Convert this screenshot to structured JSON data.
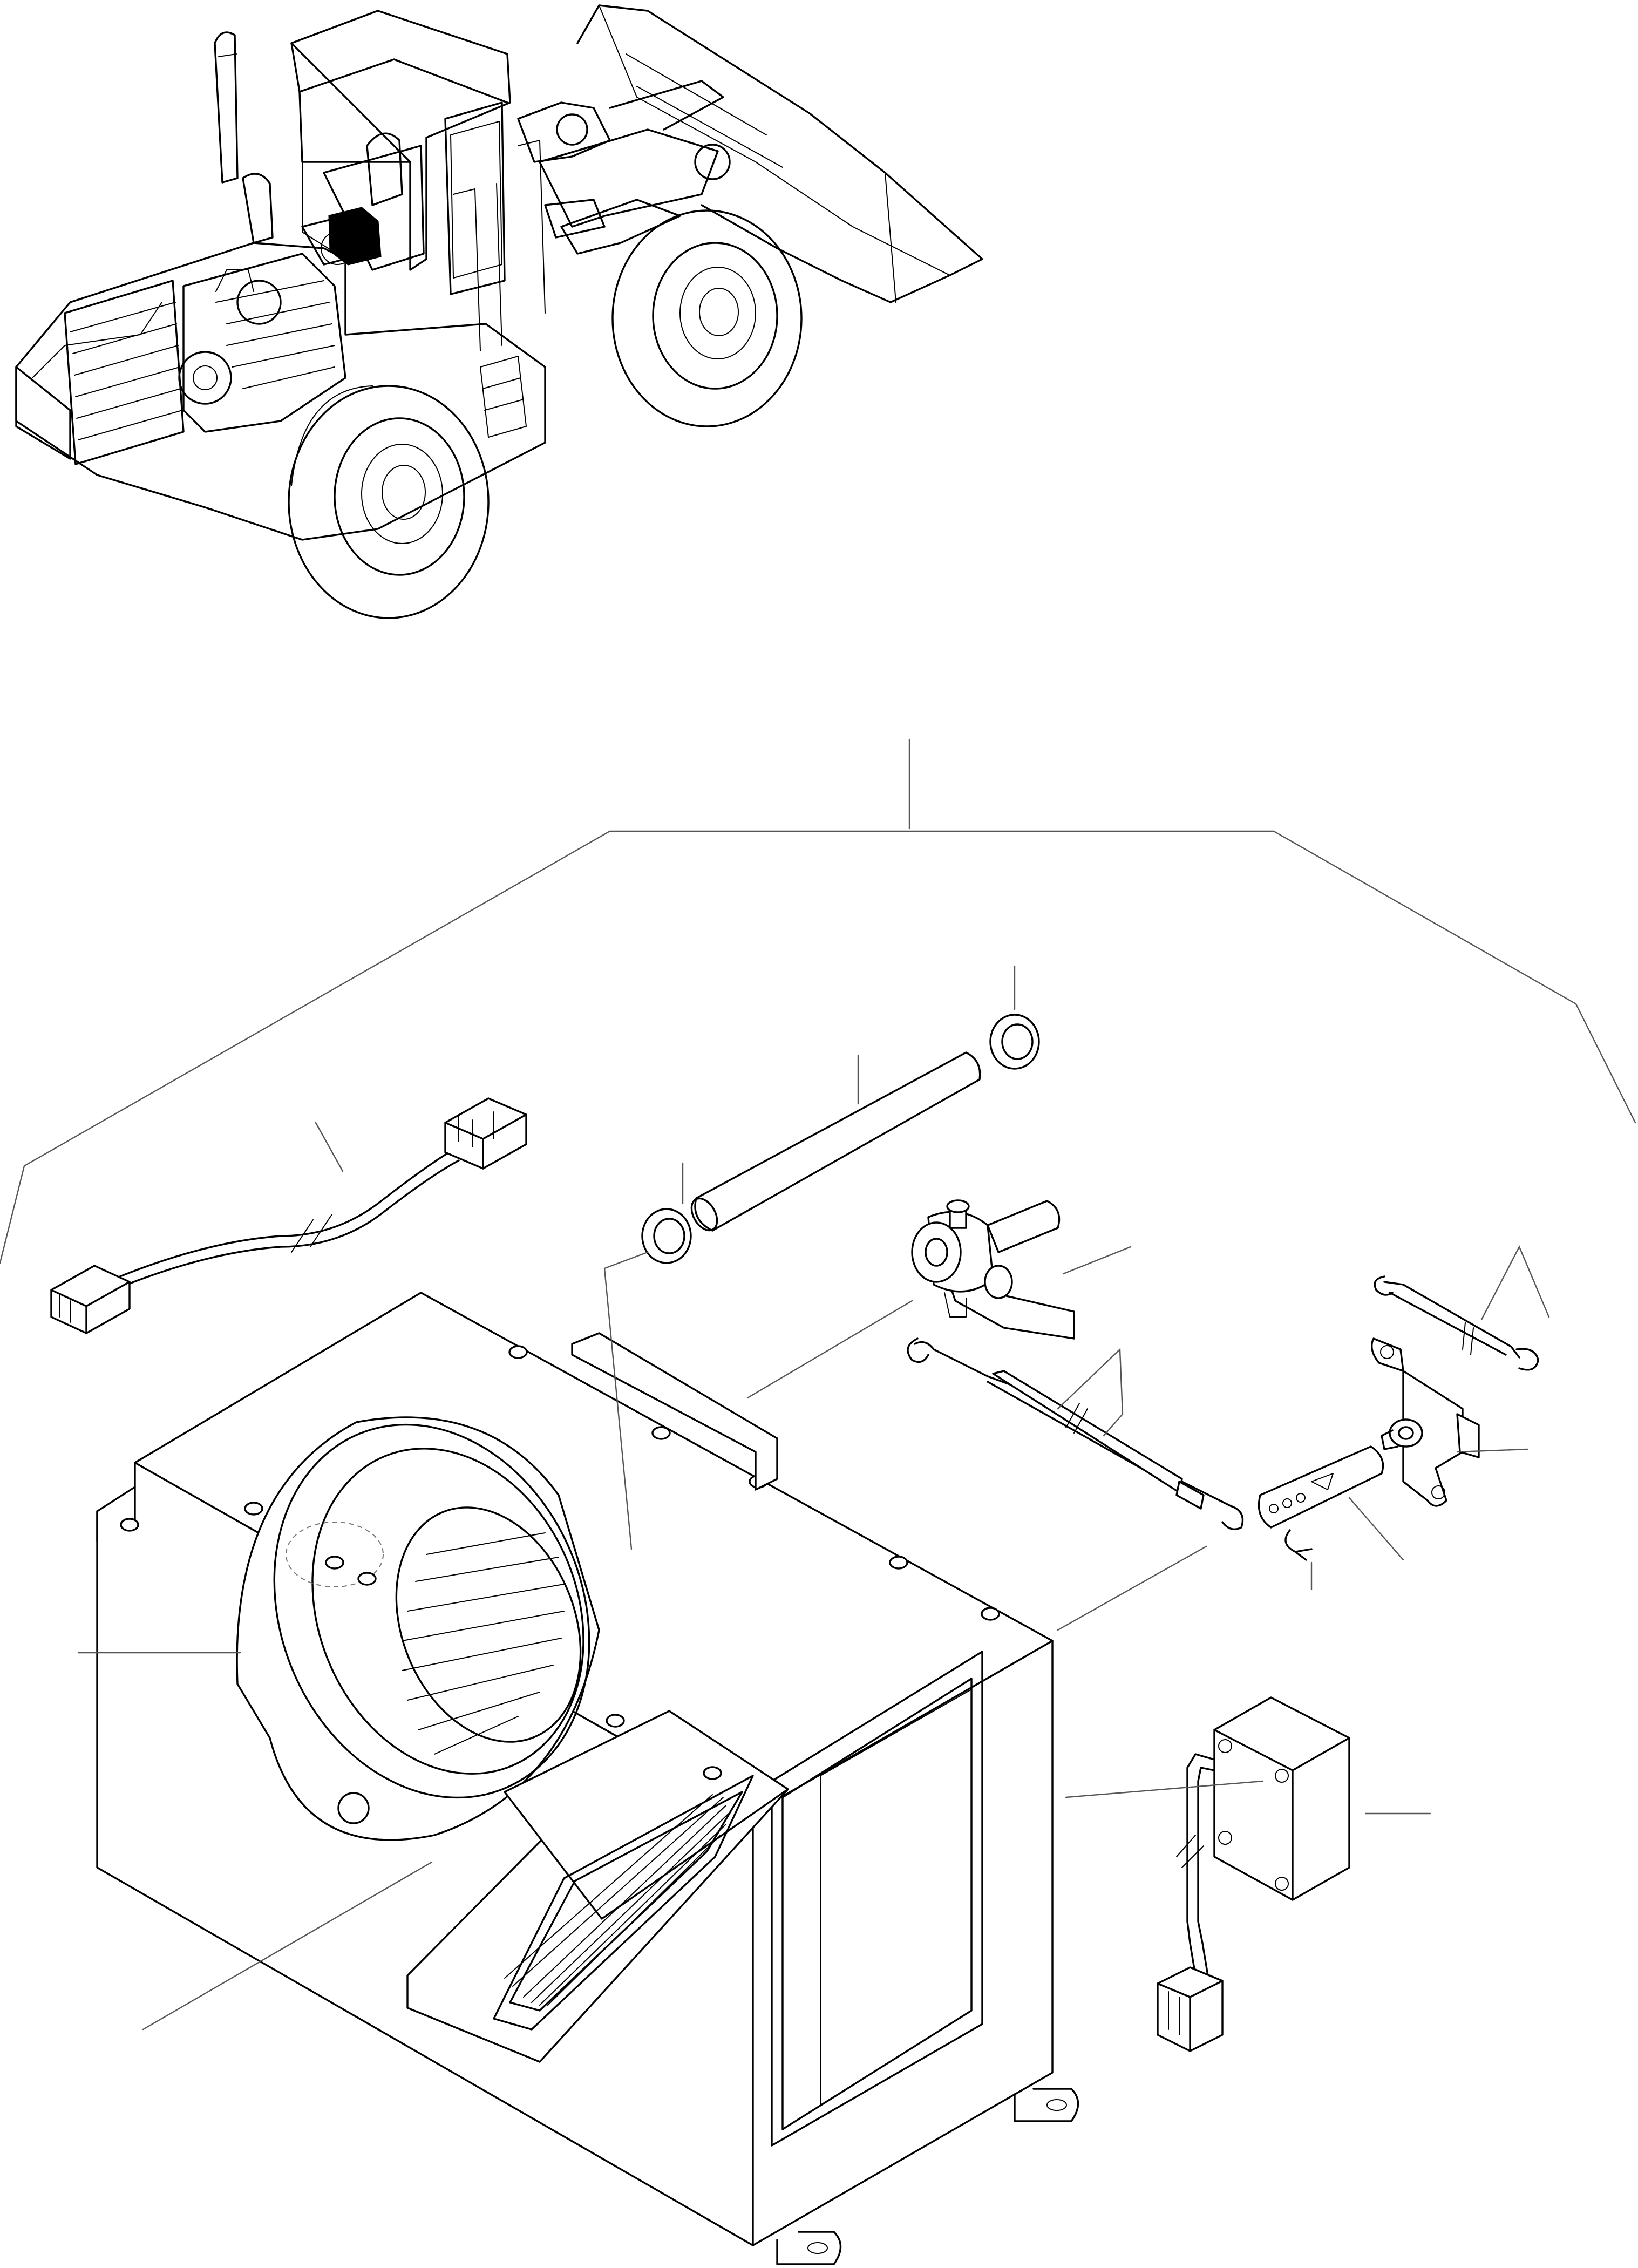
{
  "colors": {
    "line": "#000000",
    "leader": "#555555",
    "background": "#ffffff",
    "highlight": "#000000"
  },
  "components": [
    "wheel-loader-overview",
    "blower-housing",
    "blower-fan",
    "filter-frame",
    "wire-harness-with-connectors",
    "pipe",
    "grommet",
    "water-valve",
    "control-cable",
    "lever",
    "clip",
    "bracket-with-fitting",
    "short-rod",
    "resistor"
  ]
}
